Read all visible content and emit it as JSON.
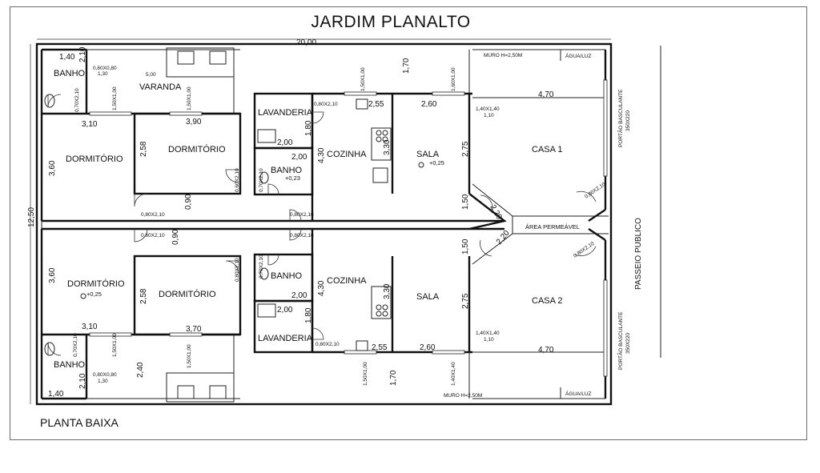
{
  "title": "JARDIM PLANALTO",
  "subtitle": "PLANTA BAIXA",
  "rooms": {
    "banho": "BANHO",
    "varanda": "VARANDA",
    "lavanderia": "LAVANDERIA",
    "cozinha": "COZINHA",
    "sala": "SALA",
    "dormitorio": "DORMITÓRIO",
    "casa1": "CASA 1",
    "casa2": "CASA 2",
    "area_permeavel": "ÁREA PERMEÁVEL",
    "passeio": "PASSEIO PUBLICO",
    "portao": "PORTÃO BASCULANTE",
    "portao_size": "350X220",
    "agua_luz": "ÁGUA/LUZ",
    "muro": "MURO H=2,50M"
  },
  "dimensions": {
    "overall_width": "20,00",
    "overall_depth": "12,50",
    "d_1_40": "1,40",
    "d_2_10": "2,10",
    "d_3_10": "3,10",
    "d_3_90": "3,90",
    "d_3_70": "3,70",
    "d_3_60": "3,60",
    "d_2_58": "2,58",
    "d_0_90": "0,90",
    "d_5_00": "5,00",
    "d_2_40": "2,40",
    "d_2_00": "2,00",
    "d_1_80": "1,80",
    "d_4_30": "4,30",
    "d_3_30": "3,30",
    "d_2_55": "2,55",
    "d_2_60": "2,60",
    "d_2_75": "2,75",
    "d_1_50": "1,50",
    "d_1_70": "1,70",
    "d_4_70": "4,70",
    "d_2_20": "2,20",
    "lvl_0_25": "+0,25",
    "lvl_0_23": "+0,23",
    "lvl_2_00": "2,00"
  },
  "openings": {
    "w_0_80x0_80": "0,80X0,80",
    "w_1_30": "1,30",
    "w_1_50x1_00": "1,50X1,00",
    "w_1_60x1_00": "1,60X1,00",
    "w_1_40x1_40": "1,40X1,40",
    "w_1_10": "1,10",
    "d_0_80x2_10": "0,80X2,10",
    "d_0_70x2_10": "0,70X2,10",
    "d_0_60x2_10": "0,60X2,10"
  }
}
